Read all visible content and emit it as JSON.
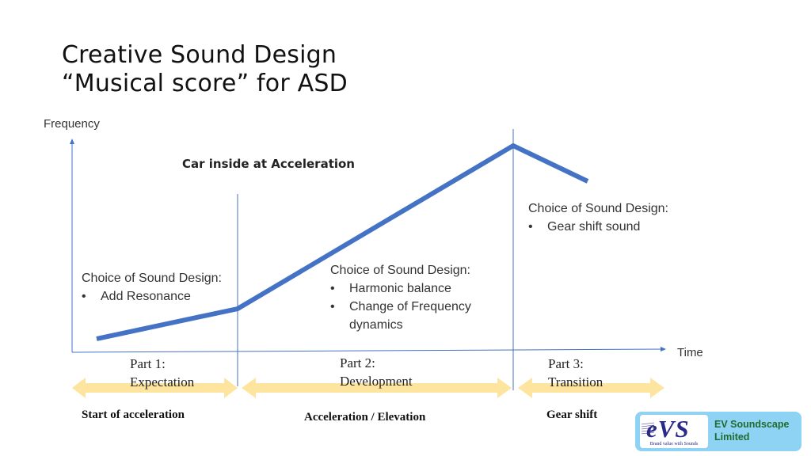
{
  "title": {
    "line1": "Creative Sound Design",
    "line2": "“Musical score” for ASD"
  },
  "diagram": {
    "y_axis_label": "Frequency",
    "x_axis_label": "Time",
    "subtitle": "Car inside at Acceleration",
    "curve_color": "#4472c4",
    "axis_color": "#4472c4",
    "arrow_color": "#fde49a",
    "curve_shape": "rising slowly, rising steeply, then falling",
    "sections": [
      {
        "choice_heading": "Choice of Sound Design:",
        "bullets": [
          "Add Resonance"
        ],
        "part_number": "Part 1:",
        "part_name": "Expectation",
        "phase": "Start of acceleration"
      },
      {
        "choice_heading": "Choice of Sound Design:",
        "bullets": [
          "Harmonic balance",
          "Change of Frequency dynamics"
        ],
        "part_number": "Part 2:",
        "part_name": "Development",
        "phase": "Acceleration / Elevation"
      },
      {
        "choice_heading": "Choice of Sound Design:",
        "bullets": [
          "Gear shift sound"
        ],
        "part_number": "Part 3:",
        "part_name": "Transition",
        "phase": "Gear shift"
      }
    ]
  },
  "logo": {
    "mark": "eVS",
    "tagline": "Brand value with Sounds",
    "company_line1": "EV Soundscape",
    "company_line2": "Limited",
    "background_color": "#8fd3f4",
    "text_color": "#1f6b2f"
  }
}
